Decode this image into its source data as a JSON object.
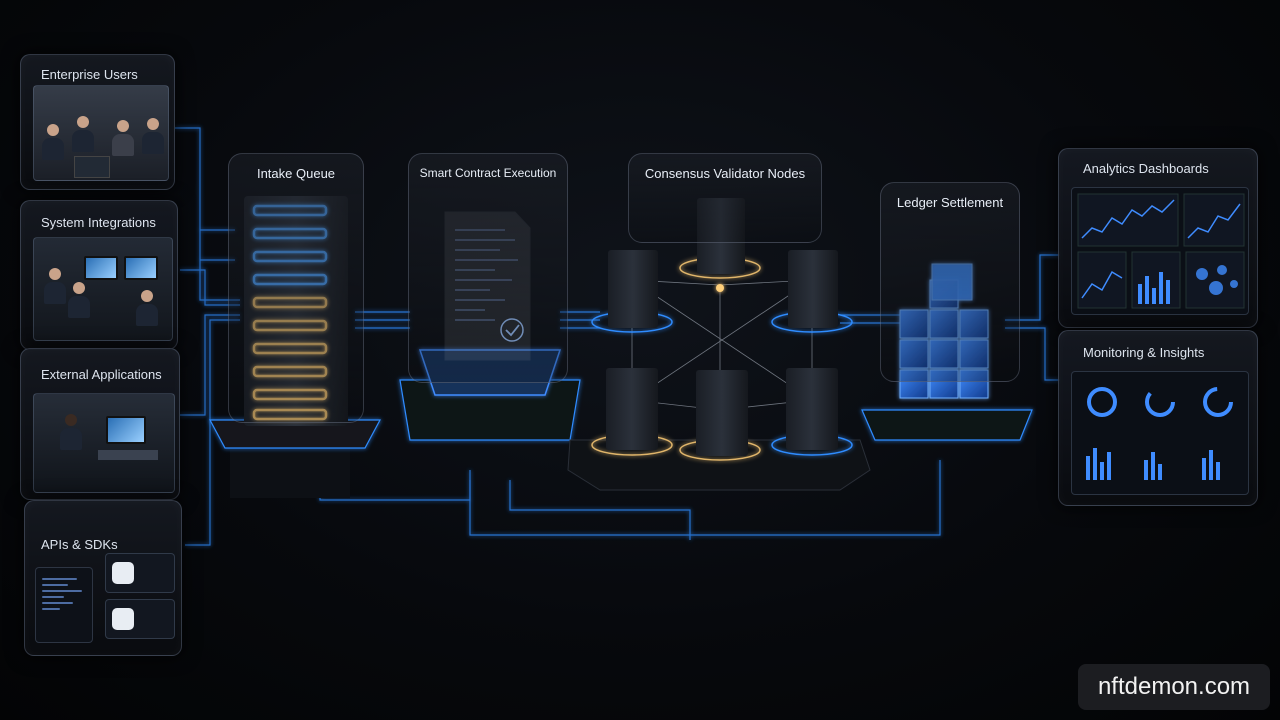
{
  "left_panels": [
    {
      "id": "enterprise",
      "title": "Enterprise Users"
    },
    {
      "id": "integrations",
      "title": "System Integrations"
    },
    {
      "id": "external",
      "title": "External Applications"
    },
    {
      "id": "apis",
      "title": "APIs & SDKs"
    }
  ],
  "stages": [
    {
      "id": "intake",
      "title": "Intake Queue"
    },
    {
      "id": "contract",
      "title": "Smart Contract Execution"
    },
    {
      "id": "consensus",
      "title": "Consensus Validator Nodes"
    },
    {
      "id": "ledger",
      "title": "Ledger Settlement"
    }
  ],
  "right_panels": [
    {
      "id": "analytics",
      "title": "Analytics Dashboards"
    },
    {
      "id": "monitoring",
      "title": "Monitoring & Insights"
    }
  ],
  "watermark": "nftdemon.com",
  "colors": {
    "accent_blue": "#2f8cff",
    "glow_gold": "#e0b56a",
    "background": "#07090d"
  }
}
